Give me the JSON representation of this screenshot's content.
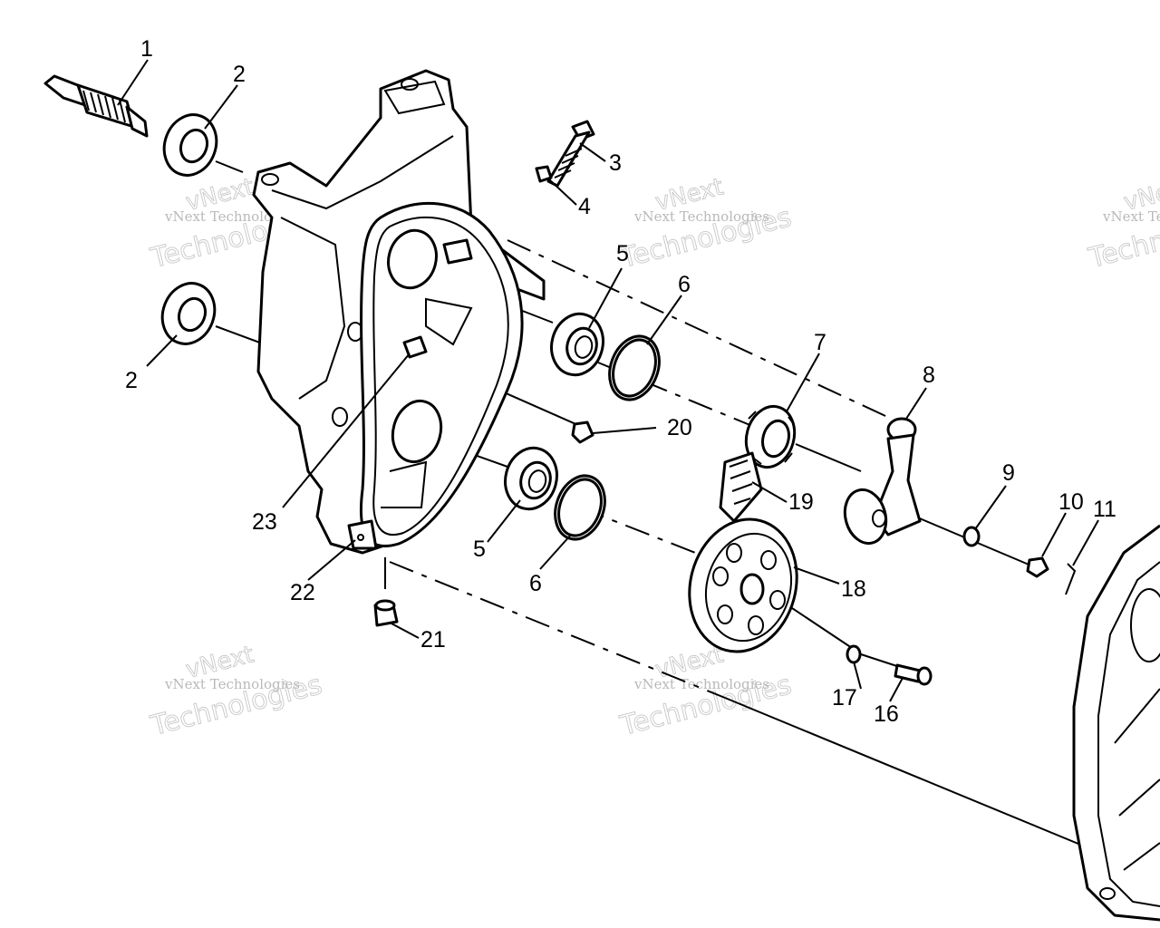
{
  "callouts": [
    {
      "id": "1",
      "text": "1"
    },
    {
      "id": "2a",
      "text": "2"
    },
    {
      "id": "2b",
      "text": "2"
    },
    {
      "id": "3",
      "text": "3"
    },
    {
      "id": "4",
      "text": "4"
    },
    {
      "id": "5a",
      "text": "5"
    },
    {
      "id": "5b",
      "text": "5"
    },
    {
      "id": "6a",
      "text": "6"
    },
    {
      "id": "6b",
      "text": "6"
    },
    {
      "id": "7",
      "text": "7"
    },
    {
      "id": "8",
      "text": "8"
    },
    {
      "id": "9",
      "text": "9"
    },
    {
      "id": "10",
      "text": "10"
    },
    {
      "id": "11",
      "text": "11"
    },
    {
      "id": "16",
      "text": "16"
    },
    {
      "id": "17",
      "text": "17"
    },
    {
      "id": "18",
      "text": "18"
    },
    {
      "id": "19",
      "text": "19"
    },
    {
      "id": "20",
      "text": "20"
    },
    {
      "id": "21",
      "text": "21"
    },
    {
      "id": "22",
      "text": "22"
    },
    {
      "id": "23",
      "text": "23"
    }
  ],
  "watermark": {
    "line1": "vNext",
    "line2": "Technologies",
    "small": "vNext Technologies"
  }
}
